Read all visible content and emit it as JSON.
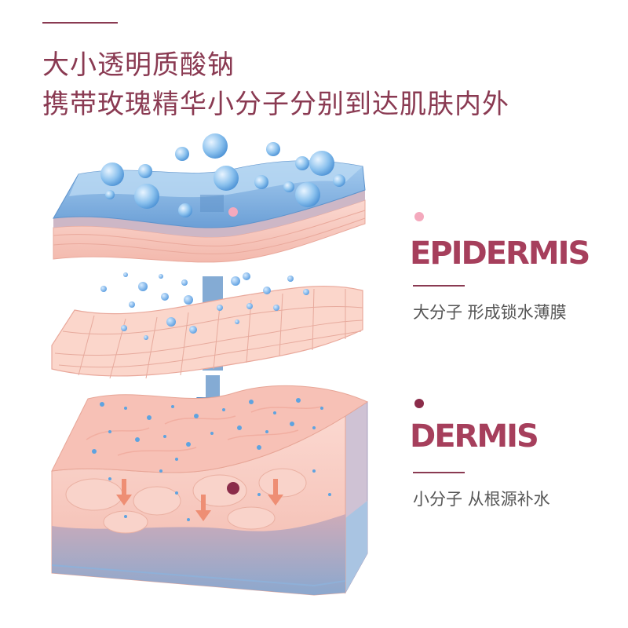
{
  "headline": {
    "line1": "大小透明质酸钠",
    "line2": "携带玫瑰精华小分子分别到达肌肤内外"
  },
  "epidermis": {
    "title": "EPIDERMIS",
    "description": "大分子  形成锁水薄膜",
    "dot_color": "#f4a9bd"
  },
  "dermis": {
    "title": "DERMIS",
    "description": "小分子  从根源补水",
    "dot_color": "#8b2c4a"
  },
  "colors": {
    "accent": "#8a3a52",
    "title": "#a63f5c",
    "bubble": "#6ab0e6",
    "skin": "#f6c9bf",
    "water": "#7aa8d8"
  }
}
